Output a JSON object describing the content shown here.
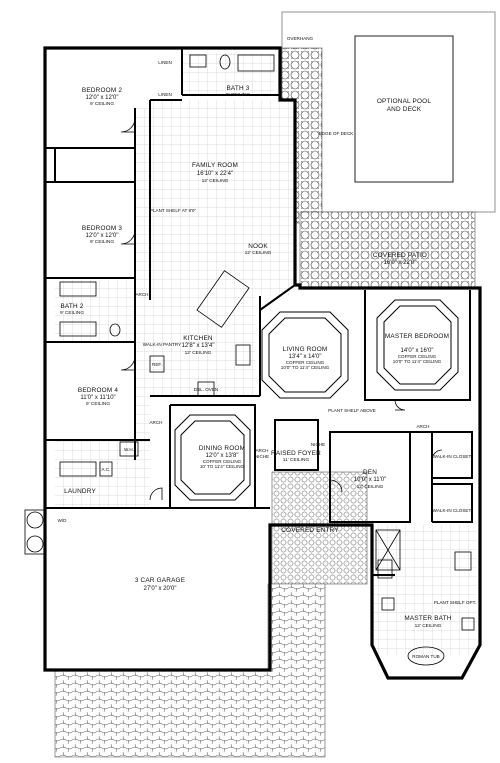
{
  "rooms": {
    "bedroom2": {
      "name": "BEDROOM 2",
      "dims": "12'0\" x 12'0\"",
      "ceiling": "9' CEILING"
    },
    "bedroom3": {
      "name": "BEDROOM 3",
      "dims": "12'0\" x 12'0\"",
      "ceiling": "9' CEILING"
    },
    "bedroom4": {
      "name": "BEDROOM 4",
      "dims": "11'0\" x 11'10\"",
      "ceiling": "9' CEILING"
    },
    "bath2": {
      "name": "BATH 2",
      "ceiling": "9' CEILING"
    },
    "bath3": {
      "name": "BATH 3",
      "ceiling": "9' CEILING"
    },
    "family_room": {
      "name": "FAMILY ROOM",
      "dims": "16'10\" x 22'4\"",
      "ceiling": "12' CEILING"
    },
    "nook": {
      "name": "NOOK",
      "ceiling": "12' CEILING"
    },
    "kitchen": {
      "name": "KITCHEN",
      "dims": "12'8\" x 13'4\"",
      "ceiling": "12' CEILING"
    },
    "living_room": {
      "name": "LIVING ROOM",
      "dims": "13'4\" x 14'0\"",
      "ceiling": "COFFER CEILING",
      "ceiling2": "10'0\" TO 11'4\" CEILING"
    },
    "master_bedroom": {
      "name": "MASTER BEDROOM",
      "dims": "14'0\" x 16'0\"",
      "ceiling": "COFFER CEILING",
      "ceiling2": "10'0\" TO 11'4\" CEILING"
    },
    "dining_room": {
      "name": "DINING ROOM",
      "dims": "12'0\" x 13'8\"",
      "ceiling": "COFFER CEILING",
      "ceiling2": "10' TO 11'4\" CEILING"
    },
    "raised_foyer": {
      "name": "RAISED FOYER",
      "ceiling": "11' CEILING"
    },
    "den": {
      "name": "DEN",
      "dims": "10'0\" x 11'0\"",
      "ceiling": "12' CEILING"
    },
    "master_bath": {
      "name": "MASTER BATH",
      "ceiling": "12' CEILING"
    },
    "garage": {
      "name": "3 CAR GARAGE",
      "dims": "27'0\" x 20'0\""
    },
    "covered_patio": {
      "name": "COVERED PATIO",
      "dims": "16'0\" x 22'0\""
    },
    "covered_entry": {
      "name": "COVERED ENTRY"
    },
    "laundry": {
      "name": "LAUNDRY"
    },
    "optional_pool": {
      "name": "OPTIONAL POOL",
      "name2": "AND DECK"
    }
  },
  "labels": {
    "linen1": "LINEN",
    "linen2": "LINEN",
    "overhang": "OVERHANG",
    "edge_of_deck": "EDGE OF DECK",
    "plant_shelf": "PLANT SHELF AT 8'0\"",
    "plant_shelf_master": "PLANT SHELF OPT.",
    "plant_shelf_foyer": "PLANT SHELF ABOVE",
    "arch1": "ARCH",
    "arch2": "ARCH",
    "arch3": "ARCH",
    "arch4": "ARCH",
    "niche1": "NICHE",
    "niche2": "NICHE",
    "walkin1": "WALK-IN CLOSET",
    "walkin2": "WALK-IN CLOSET",
    "roman_tub": "ROMAN TUB",
    "walkin_pantry": "WALK-IN PANTRY",
    "ref": "REF.",
    "oven": "DBL. OVEN",
    "wh": "W.H.",
    "ac": "A.C.",
    "wd": "W/D"
  }
}
